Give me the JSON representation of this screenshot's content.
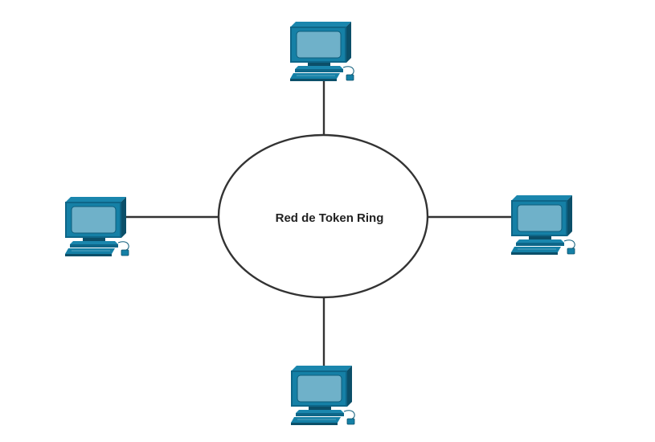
{
  "diagram": {
    "ring_label": "Red de Token Ring",
    "nodes": [
      {
        "id": "pc-top",
        "icon": "workstation-icon"
      },
      {
        "id": "pc-left",
        "icon": "workstation-icon"
      },
      {
        "id": "pc-right",
        "icon": "workstation-icon"
      },
      {
        "id": "pc-bottom",
        "icon": "workstation-icon"
      }
    ],
    "colors": {
      "device_dark": "#0e5d7b",
      "device_mid": "#1580a6",
      "screen": "#6fb1c9",
      "line": "#333333",
      "ring_fill": "#ffffff"
    }
  }
}
